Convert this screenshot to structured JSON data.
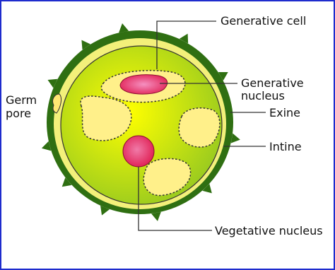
{
  "diagram": {
    "labels": {
      "generative_cell": "Generative cell",
      "generative_nucleus_line1": "Generative",
      "generative_nucleus_line2": "nucleus",
      "exine": "Exine",
      "intine": "Intine",
      "vegetative_nucleus": "Vegetative nucleus",
      "germ_pore_line1": "Germ",
      "germ_pore_line2": "pore"
    },
    "colors": {
      "border": "#1e2ccd",
      "exine": "#2f6f12",
      "intine": "#f3f07a",
      "cytoplasm_edge": "#9acb1f",
      "cytoplasm_center": "#ffff00",
      "vacuole": "#fff08a",
      "nucleus": "#e01e52",
      "germ_pore": "#ffe873"
    }
  }
}
